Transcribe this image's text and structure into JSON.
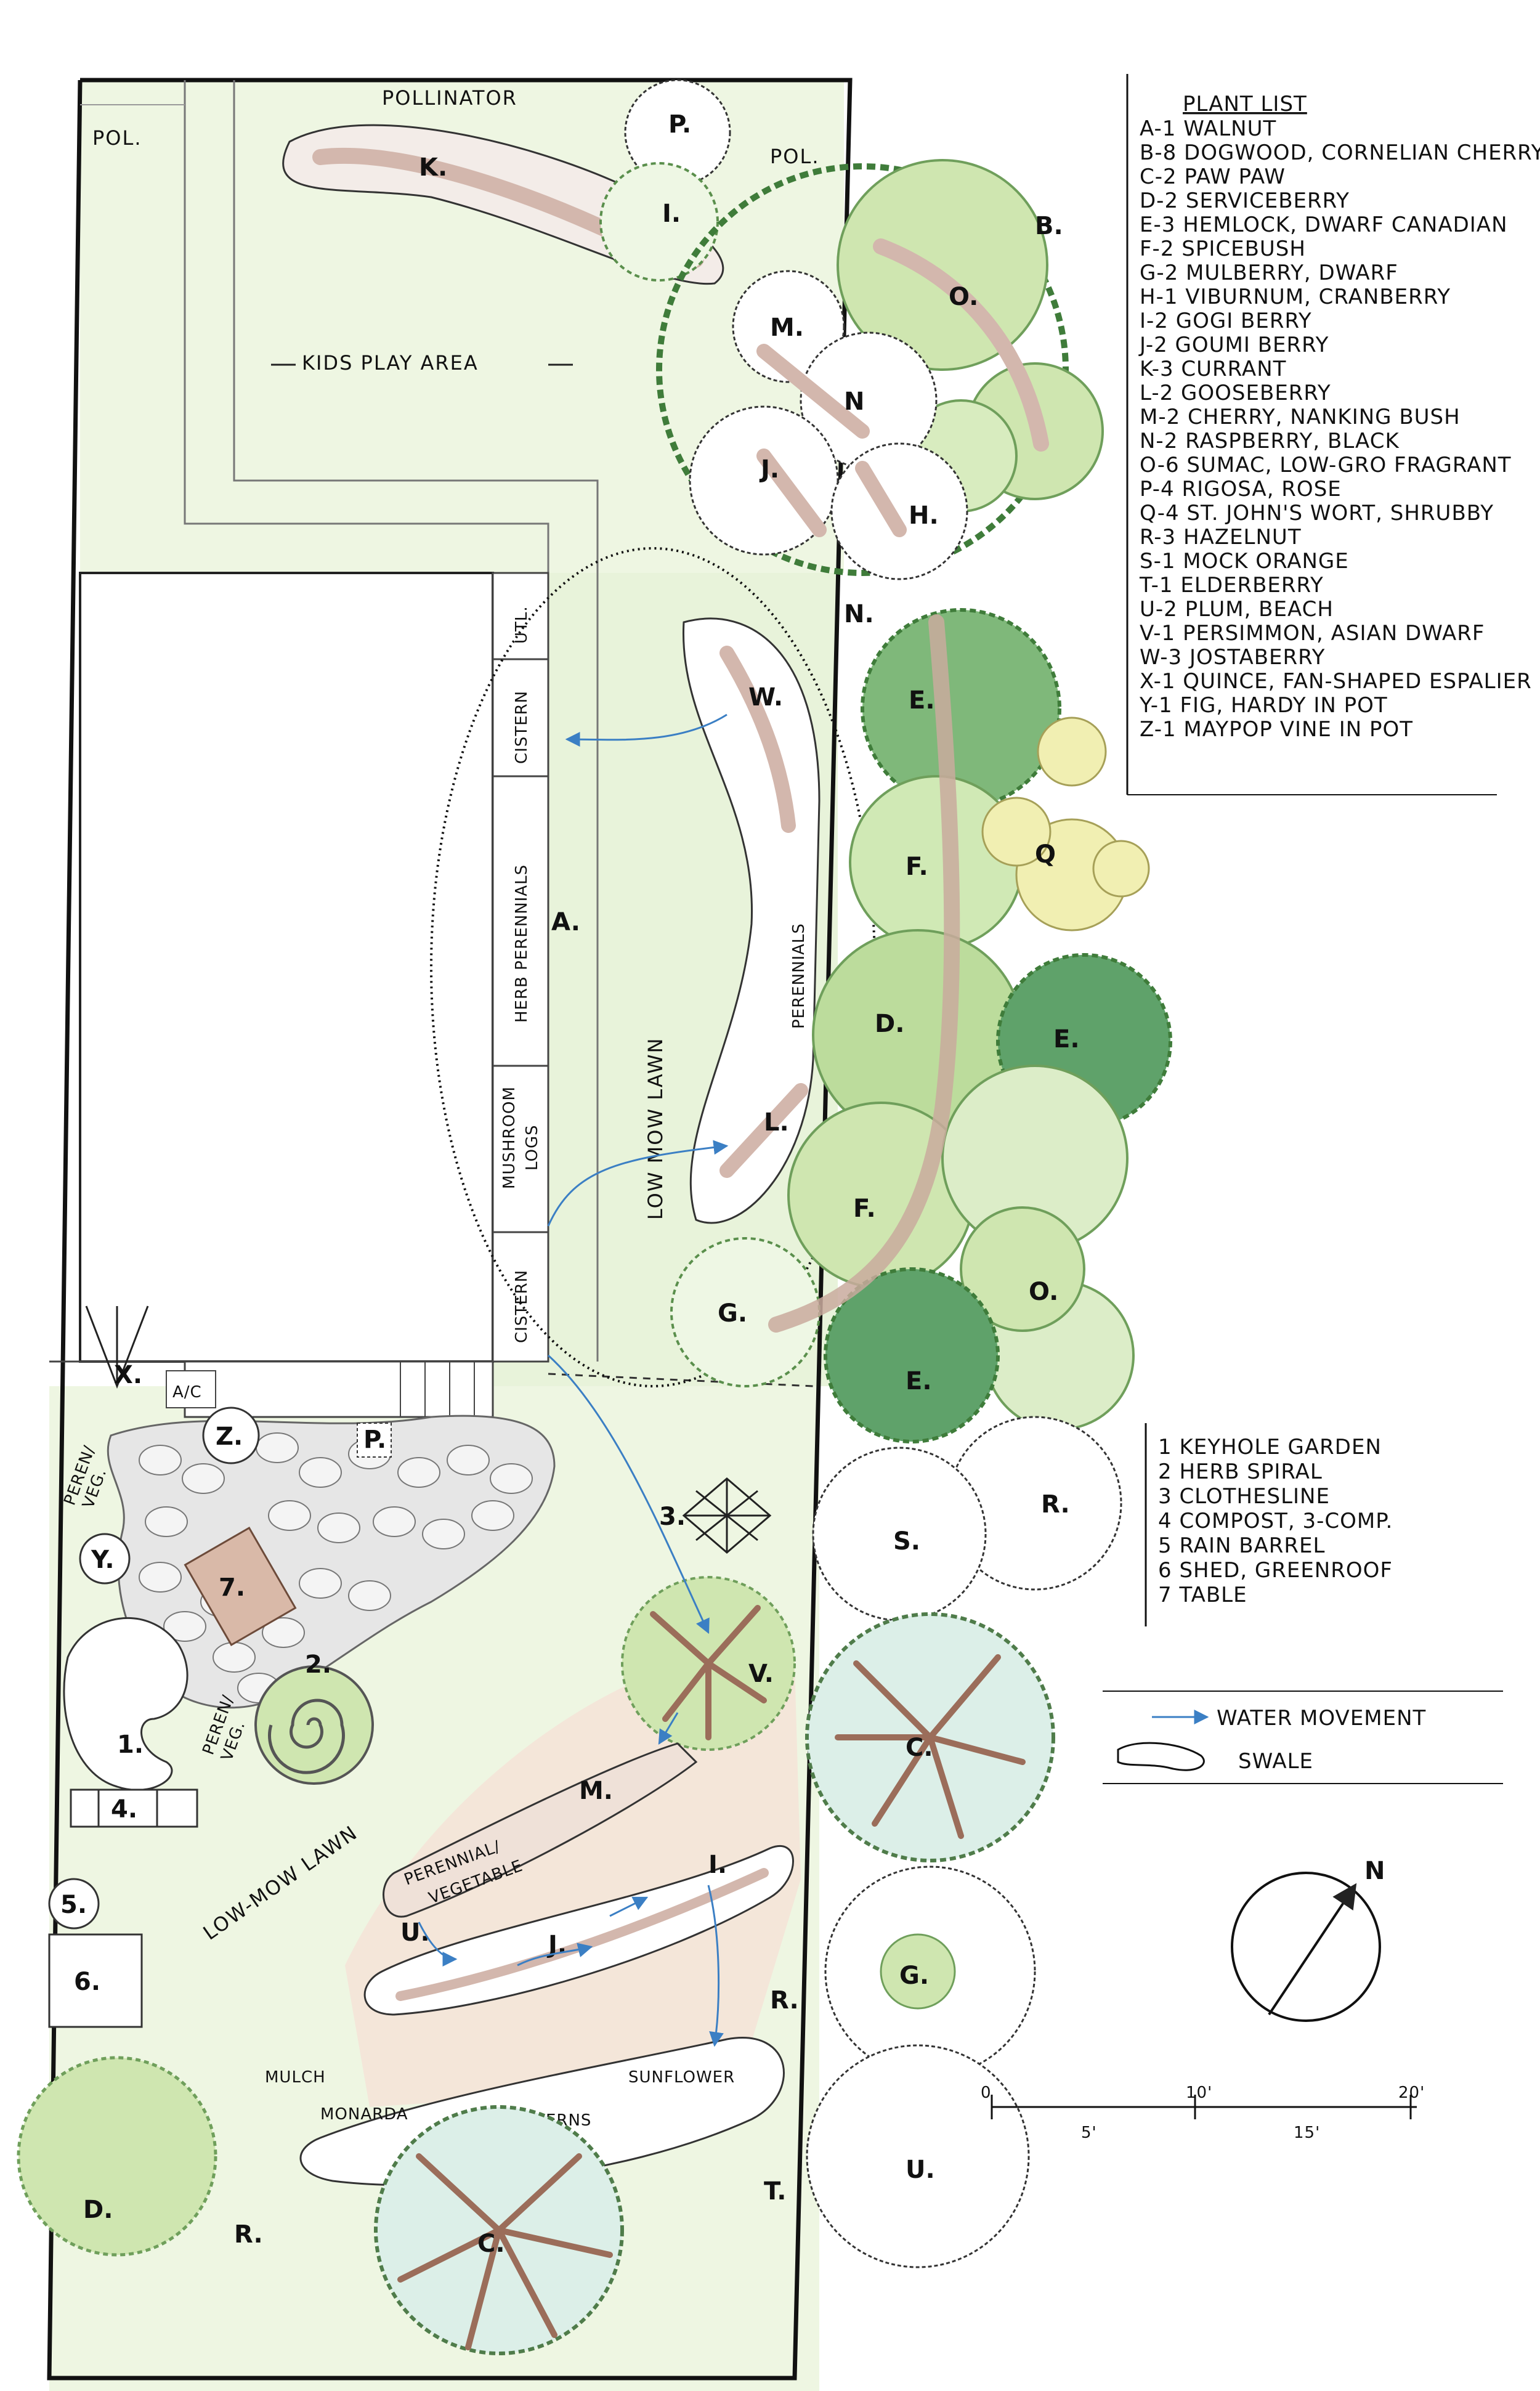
{
  "plant_list": {
    "title": "PLANT LIST",
    "items": [
      "A-1 WALNUT",
      "B-8 DOGWOOD, CORNELIAN CHERRY",
      "C-2 PAW PAW",
      "D-2 SERVICEBERRY",
      "E-3 HEMLOCK, DWARF CANADIAN",
      "F-2 SPICEBUSH",
      "G-2 MULBERRY, DWARF",
      "H-1 VIBURNUM, CRANBERRY",
      "I-2 GOGI BERRY",
      "J-2 GOUMI BERRY",
      "K-3 CURRANT",
      "L-2 GOOSEBERRY",
      "M-2 CHERRY, NANKING BUSH",
      "N-2 RASPBERRY, BLACK",
      "O-6 SUMAC, LOW-GRO FRAGRANT",
      "P-4 RIGOSA, ROSE",
      "Q-4 ST. JOHN'S WORT, SHRUBBY",
      "R-3 HAZELNUT",
      "S-1 MOCK ORANGE",
      "T-1 ELDERBERRY",
      "U-2 PLUM, BEACH",
      "V-1 PERSIMMON, ASIAN DWARF",
      "W-3 JOSTABERRY",
      "X-1 QUINCE, FAN-SHAPED ESPALIER",
      "Y-1 FIG, HARDY IN POT",
      "Z-1 MAYPOP VINE IN POT"
    ]
  },
  "feature_list": {
    "items": [
      "1  KEYHOLE GARDEN",
      "2  HERB SPIRAL",
      "3  CLOTHESLINE",
      "4  COMPOST, 3-COMP.",
      "5  RAIN BARREL",
      "6  SHED, GREENROOF",
      "7  TABLE"
    ]
  },
  "symbol_key": {
    "water": "WATER MOVEMENT",
    "swale": "SWALE"
  },
  "north": "N",
  "scale": {
    "ticks": [
      "0",
      "5'",
      "10'",
      "15'",
      "20'"
    ]
  },
  "areas": {
    "pollinator": "POLLINATOR",
    "pol_left": "POL.",
    "pol_right": "POL.",
    "kids": "KIDS PLAY AREA",
    "low_mow_top": "LOW MOW LAWN",
    "low_mow_bottom": "LOW-MOW LAWN",
    "utl": "UTL.",
    "cistern_top": "CISTERN",
    "herb_perennials": "HERB PERENNIALS",
    "mushroom": "MUSHROOM",
    "logs": "LOGS",
    "cistern_bottom": "CISTERN",
    "perennials": "PERENNIALS",
    "ac": "A/C",
    "peren_veg_a": "PEREN/",
    "peren_veg_b": "VEG.",
    "peren_veg2_a": "PEREN/",
    "peren_veg2_b": "VEG.",
    "perennial_veg_a": "PERENNIAL/",
    "perennial_veg_b": "VEGETABLE",
    "mulch": "MULCH",
    "monarda": "MONARDA",
    "ferns": "FERNS",
    "sunflower": "SUNFLOWER"
  },
  "plant_labels": {
    "K": "K.",
    "P_top": "P.",
    "I_top": "I.",
    "B": "B.",
    "O_top": "O.",
    "M_top": "M.",
    "N_top": "N",
    "J_top": "J.",
    "H": "H.",
    "N_mid": "N.",
    "W": "W.",
    "E_top": "E.",
    "A": "A.",
    "F_top": "F.",
    "Q": "Q",
    "D_mid": "D.",
    "E_mid": "E.",
    "L": "L.",
    "F_bot": "F.",
    "G_top": "G.",
    "O_bot": "O.",
    "E_bot": "E.",
    "X": "X.",
    "Z": "Z.",
    "P_bot": "P.",
    "Y": "Y.",
    "seven": "7.",
    "three": "3.",
    "R_right": "R.",
    "S": "S.",
    "one": "1.",
    "two": "2.",
    "V": "V.",
    "C_right": "C.",
    "four": "4.",
    "M_bot": "M.",
    "five": "5.",
    "six": "6.",
    "I_bot": "I.",
    "U_mid": "U.",
    "J_bot": "J.",
    "R_mid": "R.",
    "G_bot": "G.",
    "D_bot": "D.",
    "R_bot": "R.",
    "C_bot": "C.",
    "T": "T.",
    "U_bot": "U."
  },
  "colors": {
    "tree_light": "#cfe6b0",
    "tree_mid": "#a9d08a",
    "conifer": "#4f9a63",
    "lawn": "#eaf4dc",
    "swale": "#d3b7ad",
    "mulch": "#f2e2d6",
    "stone": "#e6e6e6",
    "water": "#3b7fc4",
    "yellow": "#f1efb2"
  }
}
